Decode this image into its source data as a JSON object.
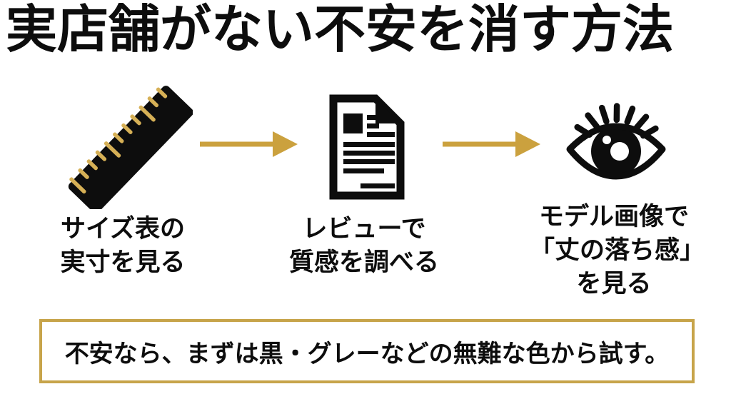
{
  "title": "実店舗がない不安を消す方法",
  "steps": [
    {
      "icon": "ruler-icon",
      "lines": [
        "サイズ表の",
        "実寸を見る"
      ]
    },
    {
      "icon": "review-document-icon",
      "lines": [
        "レビューで",
        "質感を調べる"
      ]
    },
    {
      "icon": "eye-icon",
      "lines": [
        "モデル画像で",
        "「丈の落ち感」",
        "を見る"
      ]
    }
  ],
  "footer": {
    "note": "不安なら、まずは黒・グレーなどの無難な色から試す。"
  },
  "colors": {
    "accent_gold": "#cba13e",
    "tick_gold": "#d6b056",
    "border_gold": "#c7a44a",
    "ink": "#0d0d0d",
    "background": "#ffffff"
  }
}
